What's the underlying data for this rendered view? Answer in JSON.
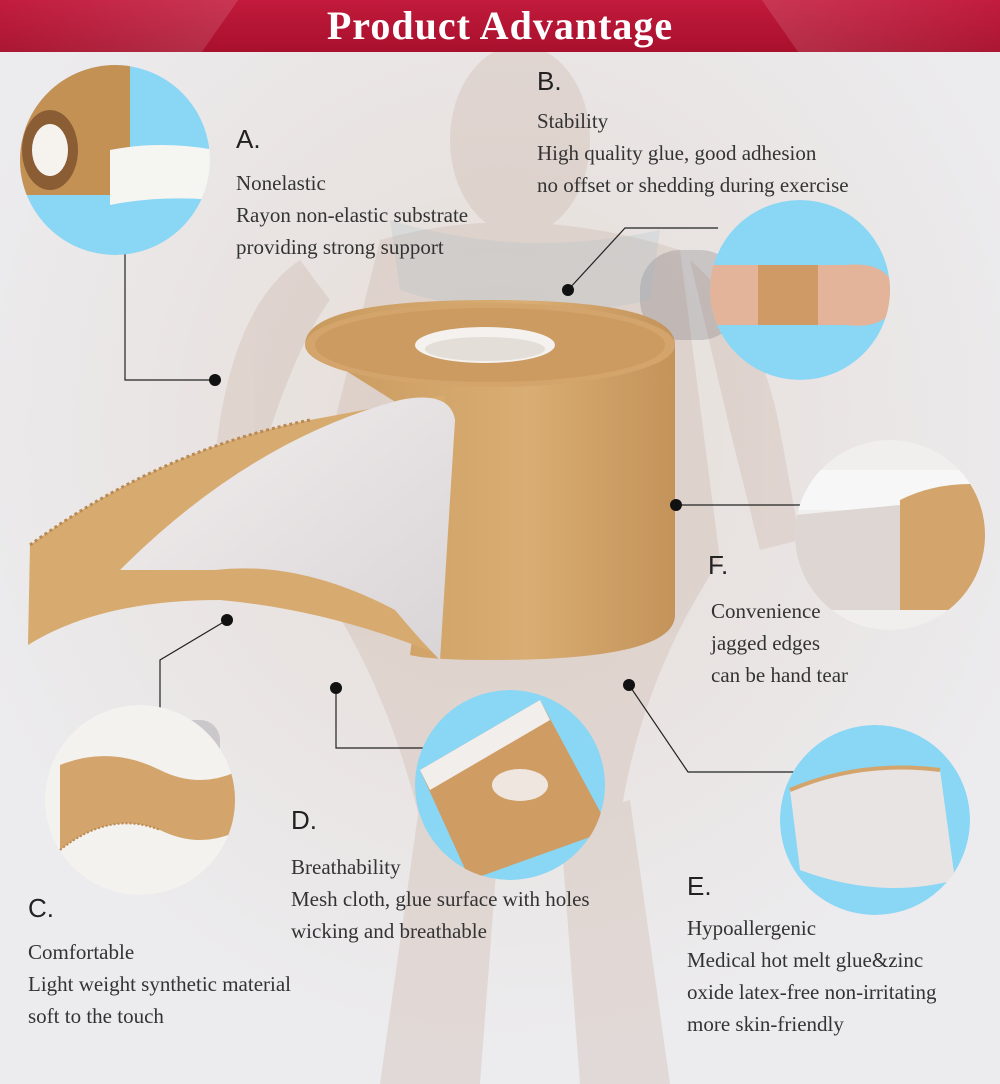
{
  "banner": {
    "title": "Product Advantage",
    "color": "#b5153a"
  },
  "colors": {
    "circle_bg": "#8ad6f5",
    "tape": "#d4a66e",
    "tape_dark": "#b98a52",
    "backing": "#e8e4e4"
  },
  "features": [
    {
      "letter": "A.",
      "title": "Nonelastic",
      "lines": [
        "Rayon non-elastic substrate",
        "providing strong support"
      ],
      "icon": "tape-roll-edge-photo"
    },
    {
      "letter": "B.",
      "title": "Stability",
      "lines": [
        "High quality glue, good adhesion",
        "no offset or shedding during exercise"
      ],
      "icon": "wrist-tape-photo"
    },
    {
      "letter": "C.",
      "title": "Comfortable",
      "lines": [
        "Light weight synthetic material",
        "soft to the touch"
      ],
      "icon": "tape-strip-photo"
    },
    {
      "letter": "D.",
      "title": "Breathability",
      "lines": [
        "Mesh cloth, glue surface with holes",
        "wicking and breathable"
      ],
      "icon": "mesh-holes-photo"
    },
    {
      "letter": "E.",
      "title": "Hypoallergenic",
      "lines": [
        "Medical hot melt glue&zinc",
        "oxide latex-free non-irritating",
        "more skin-friendly"
      ],
      "icon": "glue-surface-photo"
    },
    {
      "letter": "F.",
      "title": "Convenience",
      "lines": [
        "jagged edges",
        "can be hand tear"
      ],
      "icon": "jagged-edge-photo"
    }
  ]
}
